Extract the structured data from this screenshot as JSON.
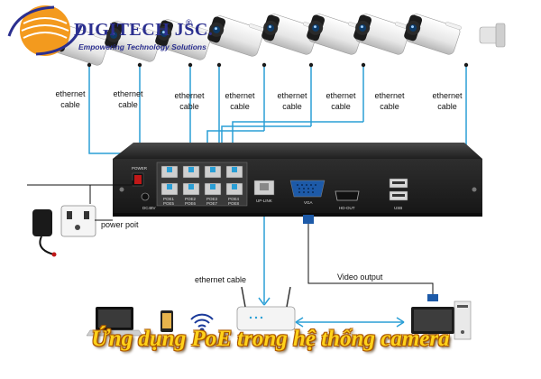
{
  "logo": {
    "name": "DIGITECH JSC.",
    "registered": "®",
    "tagline": "Empowering Technology Solutions"
  },
  "cable_labels": [
    {
      "line1": "ethernet",
      "line2": "cable"
    },
    {
      "line1": "ethernet",
      "line2": "cable"
    },
    {
      "line1": "ethernet",
      "line2": "cable"
    },
    {
      "line1": "ethernet",
      "line2": "cable"
    },
    {
      "line1": "ethernet",
      "line2": "cable"
    },
    {
      "line1": "ethernet",
      "line2": "cable"
    },
    {
      "line1": "ethernet",
      "line2": "cable"
    },
    {
      "line1": "ethernet",
      "line2": "cable"
    }
  ],
  "nvr": {
    "power_label": "POWER",
    "dc_label": "DC48V",
    "poe_ports": [
      "POE1",
      "POE5",
      "POE2",
      "POE6",
      "POE3",
      "POE7",
      "POE4",
      "POE8"
    ],
    "uplink_label": "UP-LINK",
    "vga_label": "VGA",
    "hdout_label": "HD-OUT",
    "usb_label": "USB"
  },
  "labels": {
    "power_point": "power poit",
    "ethernet_cable": "ethernet cable",
    "video_output": "Video output"
  },
  "title": "Ứng dụng PoE trong hệ thống camera",
  "colors": {
    "cable": "#2a9fd6",
    "nvr_body": "#2a2a2a",
    "title_fill": "#ffd21a",
    "logo_blue": "#2b2f8f",
    "logo_orange": "#f39a1e"
  }
}
